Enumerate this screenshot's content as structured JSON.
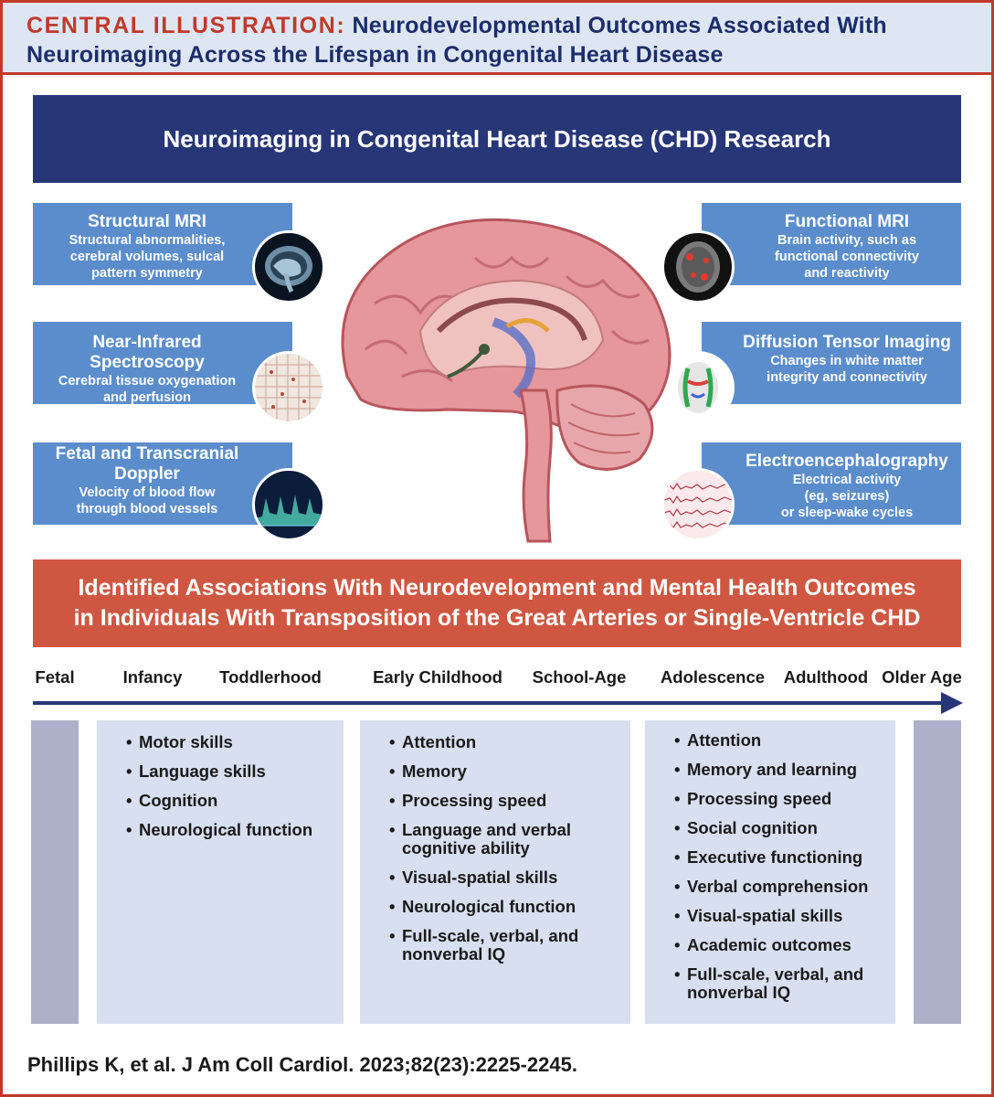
{
  "header": {
    "prefix": "CENTRAL ILLUSTRATION:",
    "title_line1": "Neurodevelopmental Outcomes Associated With",
    "title_line2": "Neuroimaging Across the Lifespan in Congenital Heart Disease"
  },
  "top_banner": "Neuroimaging in Congenital Heart Disease (CHD) Research",
  "methods_left": [
    {
      "title": "Structural MRI",
      "desc": [
        "Structural abnormalities,",
        "cerebral volumes, sulcal",
        "pattern symmetry"
      ],
      "icon": "brain-mri-sagittal-icon"
    },
    {
      "title": "Near-Infrared Spectroscopy",
      "desc": [
        "Cerebral tissue oxygenation",
        "and perfusion"
      ],
      "icon": "nirs-grid-icon"
    },
    {
      "title": "Fetal and Transcranial",
      "title2": "Doppler",
      "desc": [
        "Velocity of blood flow",
        "through blood vessels"
      ],
      "icon": "doppler-waveform-icon"
    }
  ],
  "methods_right": [
    {
      "title": "Functional MRI",
      "desc": [
        "Brain activity, such as",
        "functional connectivity",
        "and reactivity"
      ],
      "icon": "fmri-activation-icon"
    },
    {
      "title": "Diffusion Tensor Imaging",
      "desc": [
        "Changes in white matter",
        "integrity and connectivity"
      ],
      "icon": "dti-tractography-icon"
    },
    {
      "title": "Electroencephalography",
      "desc": [
        "Electrical activity",
        "(eg, seizures)",
        "or sleep-wake cycles"
      ],
      "icon": "eeg-trace-icon"
    }
  ],
  "bottom_banner": {
    "line1": "Identified Associations With Neurodevelopment and Mental Health Outcomes",
    "line2": "in Individuals With Transposition of the Great Arteries or Single-Ventricle CHD"
  },
  "timeline": [
    "Fetal",
    "Infancy",
    "Toddlerhood",
    "Early Childhood",
    "School-Age",
    "Adolescence",
    "Adulthood",
    "Older Age"
  ],
  "outcomes": {
    "infancy_toddlerhood": [
      "Motor skills",
      "Language skills",
      "Cognition",
      "Neurological function"
    ],
    "childhood": [
      "Attention",
      "Memory",
      "Processing speed",
      "Language and verbal cognitive ability",
      "Visual-spatial skills",
      "Neurological function",
      "Full-scale, verbal, and nonverbal IQ"
    ],
    "adolescence_adulthood": [
      "Attention",
      "Memory and learning",
      "Processing speed",
      "Social cognition",
      "Executive functioning",
      "Verbal comprehension",
      "Visual-spatial skills",
      "Academic outcomes",
      "Full-scale, verbal, and nonverbal IQ"
    ]
  },
  "citation": "Phillips K, et al. J Am Coll Cardiol. 2023;82(23):2225-2245.",
  "colors": {
    "navy": "#273677",
    "red": "#c0392b",
    "method_blue": "#5b8dcc",
    "panel_light": "#d7dff0",
    "panel_gray": "#aeb0c9"
  }
}
